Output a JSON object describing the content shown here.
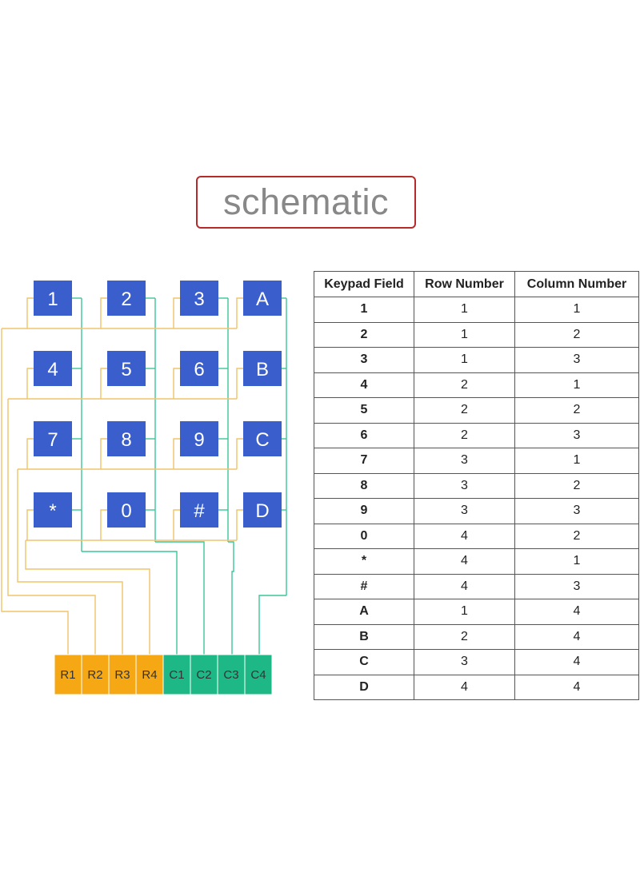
{
  "title": "schematic",
  "colors": {
    "key": "#3a5fcd",
    "row_pin": "#f5a814",
    "col_pin": "#1db886",
    "row_wire": "#f0c36b",
    "col_wire": "#3cc59a",
    "title_border": "#b52a2a",
    "title_text": "#888888"
  },
  "keypad": {
    "rows": [
      [
        "1",
        "2",
        "3",
        "A"
      ],
      [
        "4",
        "5",
        "6",
        "B"
      ],
      [
        "7",
        "8",
        "9",
        "C"
      ],
      [
        "*",
        "0",
        "#",
        "D"
      ]
    ]
  },
  "pins": {
    "rows": [
      "R1",
      "R2",
      "R3",
      "R4"
    ],
    "cols": [
      "C1",
      "C2",
      "C3",
      "C4"
    ]
  },
  "table": {
    "headers": [
      "Keypad Field",
      "Row Number",
      "Column Number"
    ],
    "rows": [
      [
        "1",
        "1",
        "1"
      ],
      [
        "2",
        "1",
        "2"
      ],
      [
        "3",
        "1",
        "3"
      ],
      [
        "4",
        "2",
        "1"
      ],
      [
        "5",
        "2",
        "2"
      ],
      [
        "6",
        "2",
        "3"
      ],
      [
        "7",
        "3",
        "1"
      ],
      [
        "8",
        "3",
        "2"
      ],
      [
        "9",
        "3",
        "3"
      ],
      [
        "0",
        "4",
        "2"
      ],
      [
        "*",
        "4",
        "1"
      ],
      [
        "#",
        "4",
        "3"
      ],
      [
        "A",
        "1",
        "4"
      ],
      [
        "B",
        "2",
        "4"
      ],
      [
        "C",
        "3",
        "4"
      ],
      [
        "D",
        "4",
        "4"
      ]
    ]
  }
}
